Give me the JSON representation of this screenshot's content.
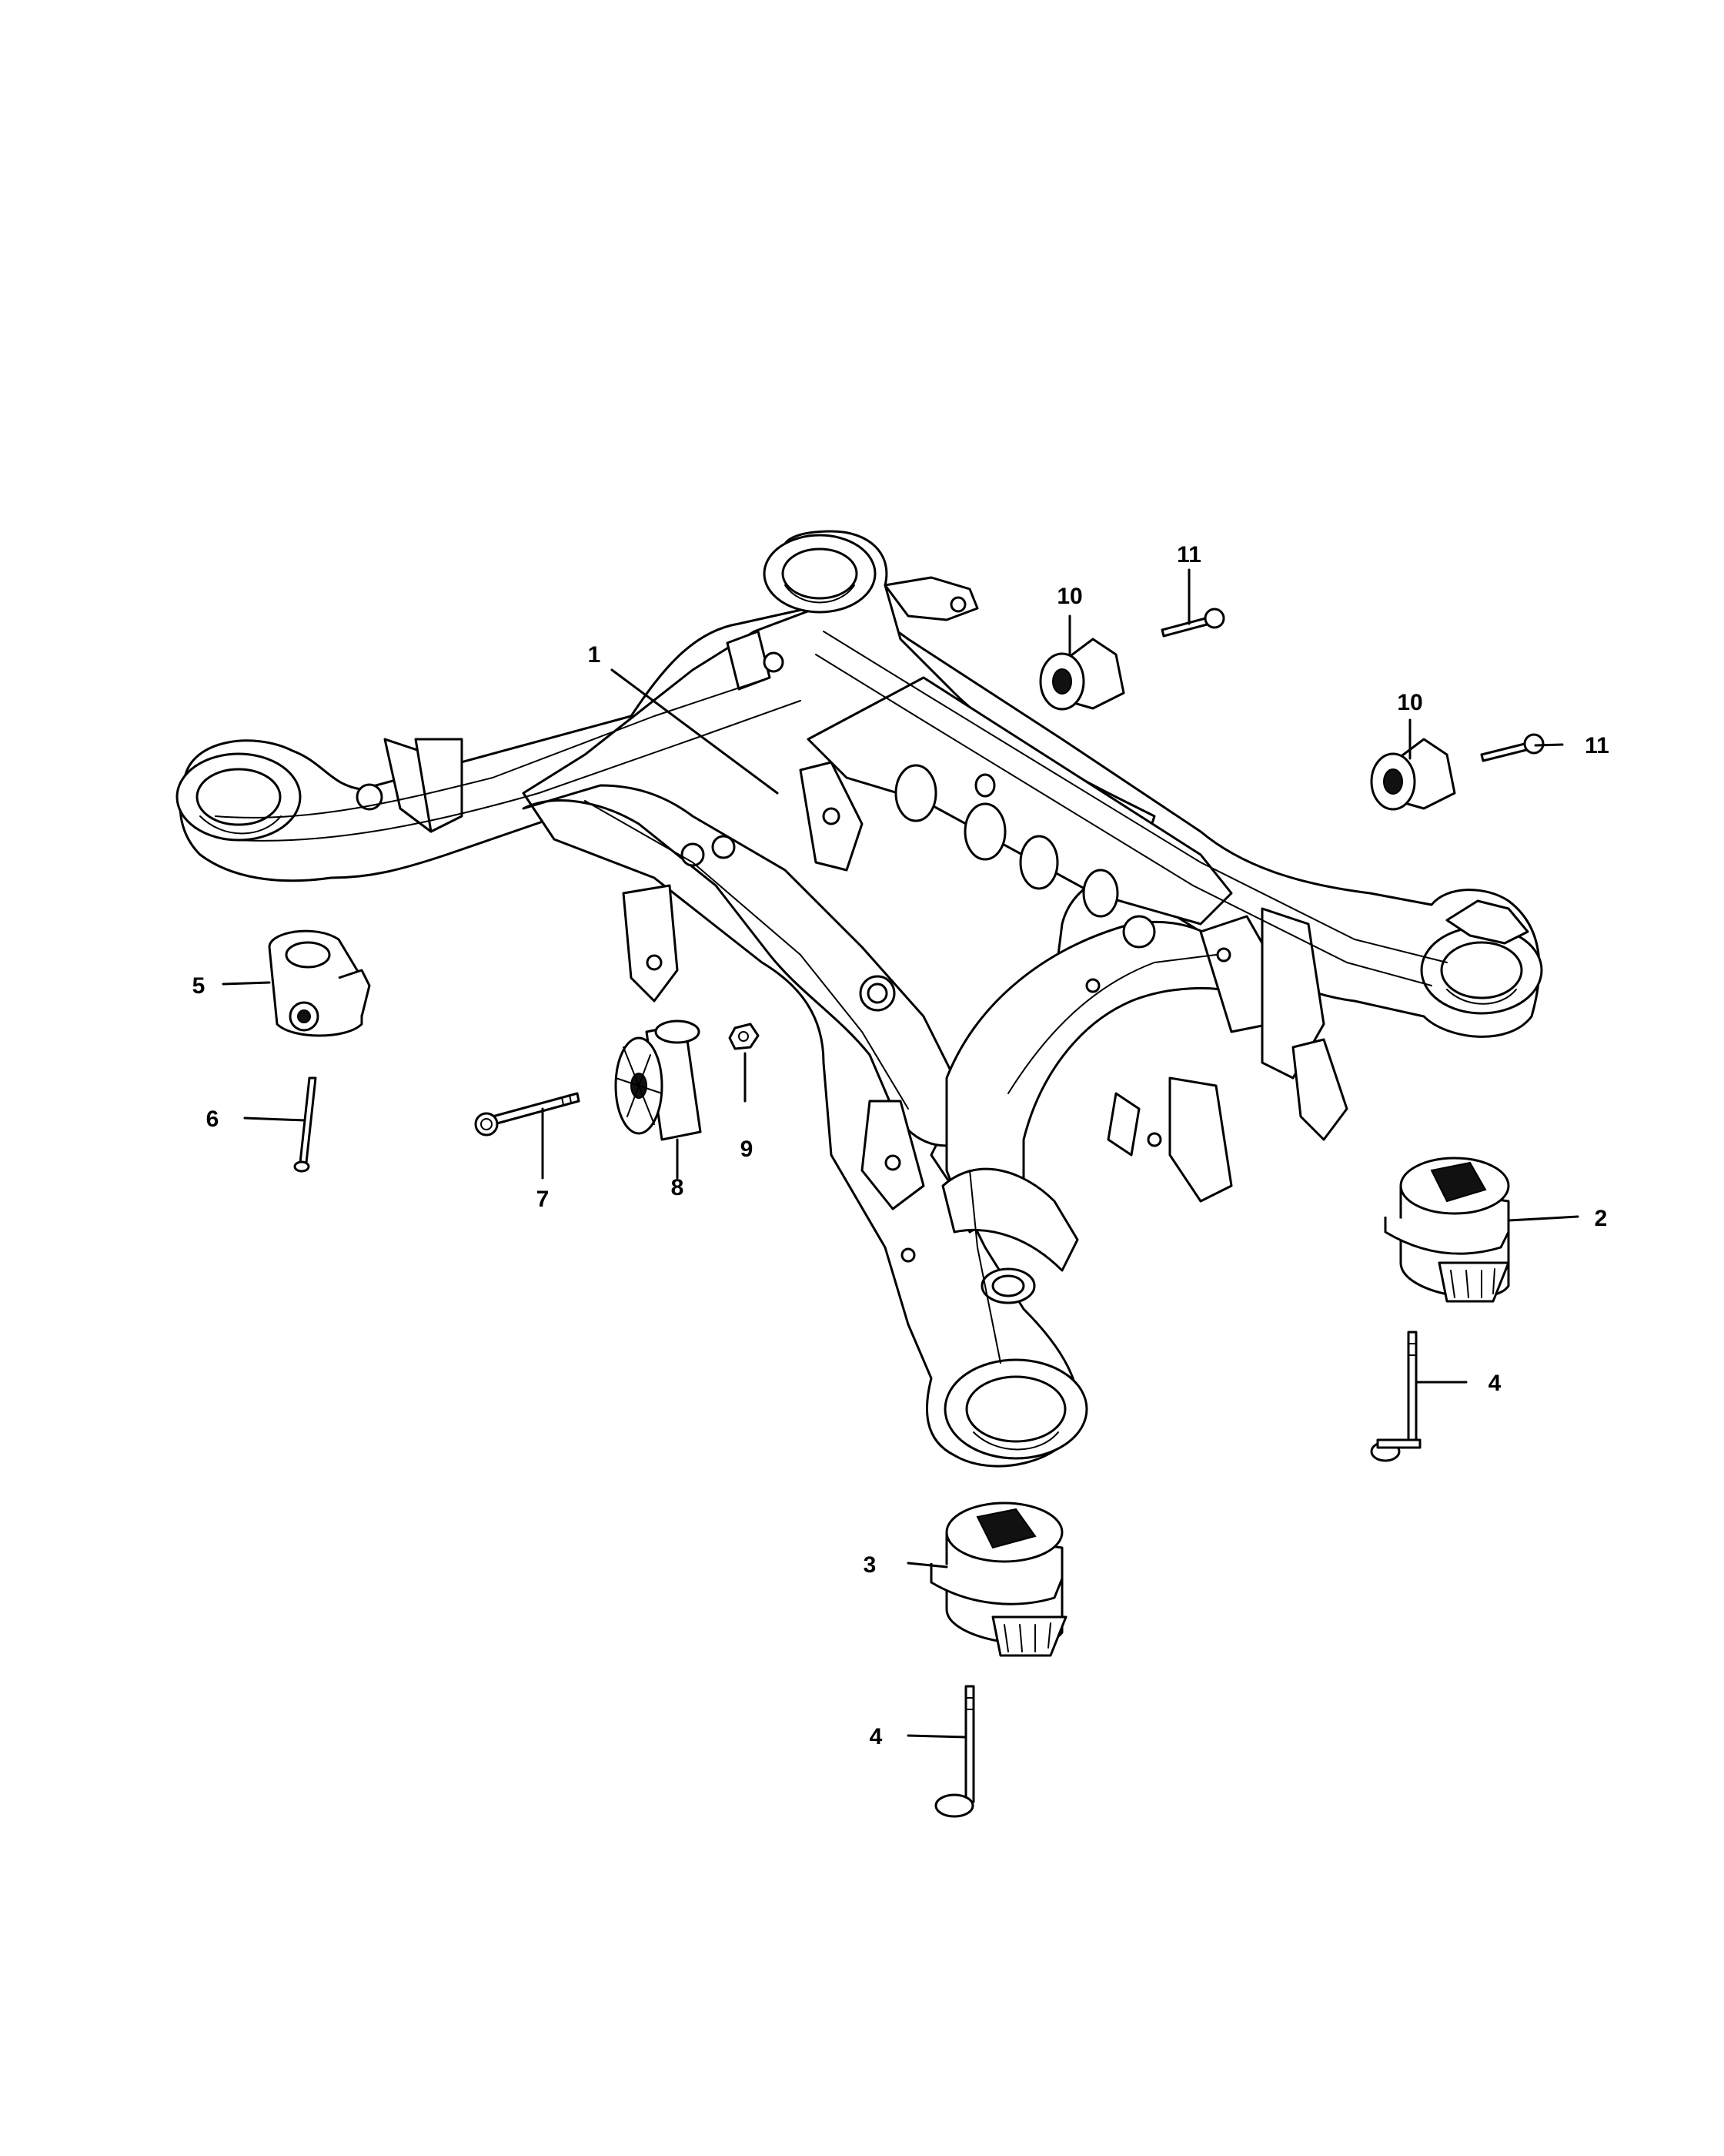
{
  "callouts": [
    {
      "id": "c1",
      "label": "1"
    },
    {
      "id": "c2",
      "label": "2"
    },
    {
      "id": "c3",
      "label": "3"
    },
    {
      "id": "c4a",
      "label": "4"
    },
    {
      "id": "c4b",
      "label": "4"
    },
    {
      "id": "c5",
      "label": "5"
    },
    {
      "id": "c6",
      "label": "6"
    },
    {
      "id": "c7",
      "label": "7"
    },
    {
      "id": "c8",
      "label": "8"
    },
    {
      "id": "c9",
      "label": "9"
    },
    {
      "id": "c10a",
      "label": "10"
    },
    {
      "id": "c10b",
      "label": "10"
    },
    {
      "id": "c11a",
      "label": "11"
    },
    {
      "id": "c11b",
      "label": "11"
    }
  ]
}
